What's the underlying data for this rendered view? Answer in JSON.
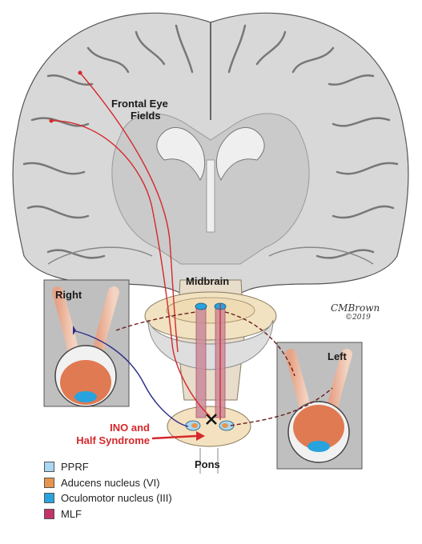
{
  "labels": {
    "frontal_eye_fields_line1": "Frontal Eye",
    "frontal_eye_fields_line2": "Fields",
    "midbrain": "Midbrain",
    "pons": "Pons",
    "right": "Right",
    "left": "Left",
    "ino_line1": "INO and",
    "ino_line2": "Half Syndrome"
  },
  "legend": [
    {
      "label": "PPRF",
      "color": "#a9d8f2"
    },
    {
      "label": "Aducens nucleus (VI)",
      "color": "#e8944f"
    },
    {
      "label": "Oculomotor nucleus (III)",
      "color": "#29a3dd"
    },
    {
      "label": "MLF",
      "color": "#c3326b"
    }
  ],
  "signature": {
    "name": "CMBrown",
    "year": "©2019"
  },
  "colors": {
    "brain": "#d8d8d8",
    "brain_inner": "#c9c9c9",
    "pathway_red": "#d6282c",
    "pathway_blue": "#2b2b8c",
    "pathway_dashed": "#6b1c1c",
    "ino_text": "#d6282c",
    "eye_box": "#bfbfbf"
  }
}
